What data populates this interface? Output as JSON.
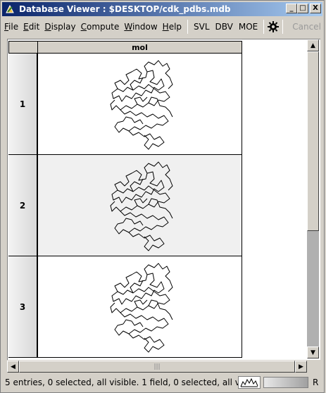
{
  "window": {
    "title": "Database Viewer : $DESKTOP/cdk_pdbs.mdb",
    "minimize": "_",
    "maximize": "□",
    "close": "X"
  },
  "menu": [
    {
      "u": "F",
      "rest": "ile"
    },
    {
      "u": "E",
      "rest": "dit"
    },
    {
      "u": "D",
      "rest": "isplay"
    },
    {
      "u": "C",
      "rest": "ompute"
    },
    {
      "u": "W",
      "rest": "indow"
    },
    {
      "u": "H",
      "rest": "elp"
    }
  ],
  "toolbar": {
    "svl": "SVL",
    "dbv": "DBV",
    "moe": "MOE",
    "cancel": "Cancel"
  },
  "table": {
    "column": "mol",
    "rows": [
      "1",
      "2",
      "3"
    ]
  },
  "status": {
    "text": "5 entries, 0 selected, all visible. 1 field, 0 selected, all vis...",
    "r": "R"
  },
  "icons": {
    "app": "moe-app-icon",
    "settings": "gear-icon",
    "histogram": "histogram-icon"
  }
}
